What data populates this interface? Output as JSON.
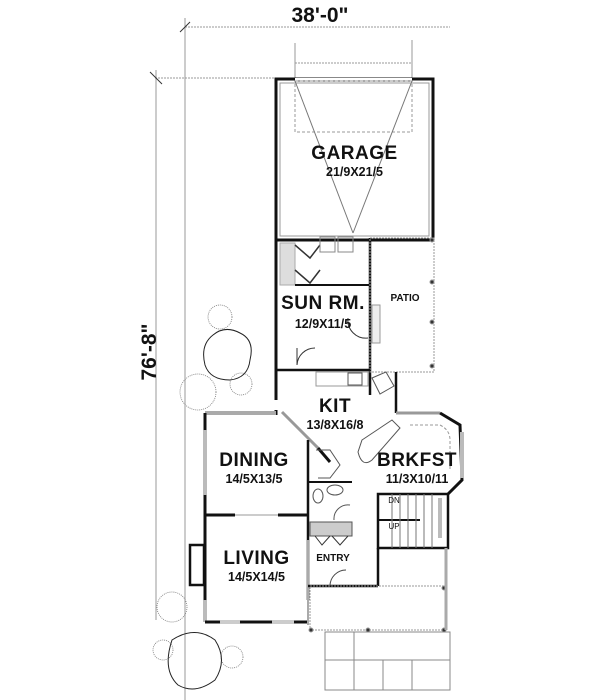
{
  "plan": {
    "overall_width": "38'-0\"",
    "overall_depth": "76'-8\"",
    "rooms": [
      {
        "name": "GARAGE",
        "size": "21/9X21/5"
      },
      {
        "name": "SUN RM.",
        "size": "12/9X11/5"
      },
      {
        "name": "PATIO"
      },
      {
        "name": "KIT",
        "size": "13/8X16/8"
      },
      {
        "name": "BRKFST",
        "size": "11/3X10/11"
      },
      {
        "name": "DINING",
        "size": "14/5X13/5"
      },
      {
        "name": "LIVING",
        "size": "14/5X14/5"
      },
      {
        "name": "ENTRY"
      }
    ],
    "stairs": {
      "down": "DN",
      "up": "UP"
    }
  },
  "colors": {
    "wall": "#111111",
    "dim_line": "#999999",
    "window": "#bbbbbb"
  }
}
